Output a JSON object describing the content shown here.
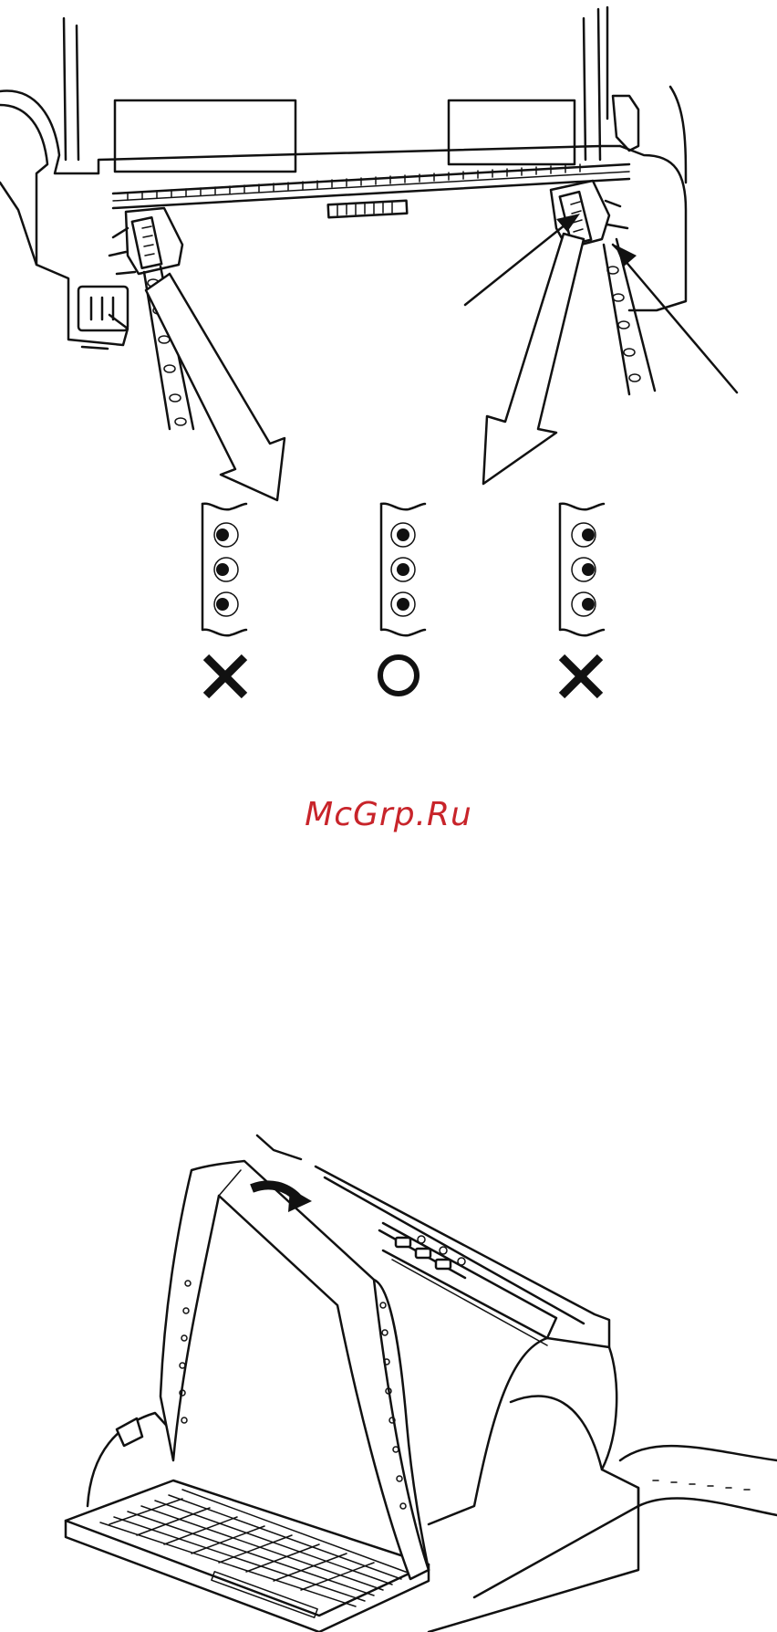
{
  "watermark": {
    "text": "McGrp.Ru",
    "color": "#c8242a"
  },
  "top_figure": {
    "samples": [
      {
        "mark": "cross",
        "icon": "cross-mark-icon"
      },
      {
        "mark": "circle",
        "icon": "circle-mark-icon"
      },
      {
        "mark": "cross",
        "icon": "cross-mark-icon"
      }
    ]
  },
  "bottom_figure": {
    "icons": [
      "curved-arrow-icon"
    ]
  }
}
